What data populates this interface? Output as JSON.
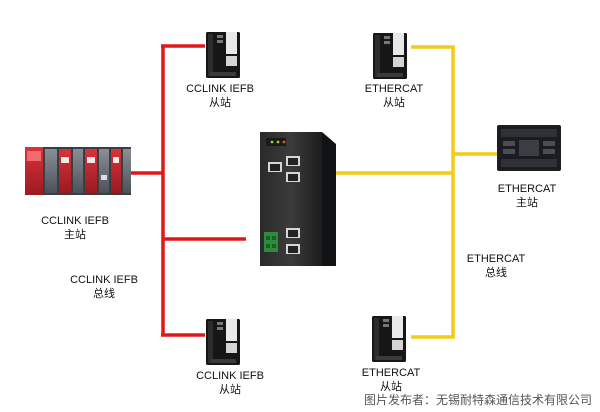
{
  "nodes": {
    "cc_master": {
      "line1": "CCLINK IEFB",
      "line2": "主站"
    },
    "cc_slave_top": {
      "line1": "CCLINK IEFB",
      "line2": "从站"
    },
    "cc_slave_bot": {
      "line1": "CCLINK IEFB",
      "line2": "从站"
    },
    "ec_slave_top": {
      "line1": "ETHERCAT",
      "line2": "从站"
    },
    "ec_slave_bot": {
      "line1": "ETHERCAT",
      "line2": "从站"
    },
    "ec_master": {
      "line1": "ETHERCAT",
      "line2": "主站"
    }
  },
  "buses": {
    "cclink": {
      "line1": "CCLINK IEFB",
      "line2": "总线"
    },
    "ethercat": {
      "line1": "ETHERCAT",
      "line2": "总线"
    }
  },
  "colors": {
    "cclink_bus": "#e01818",
    "ethercat_bus": "#f2cc16"
  },
  "credit": "图片发布者：无锡耐特森通信技术有限公司"
}
